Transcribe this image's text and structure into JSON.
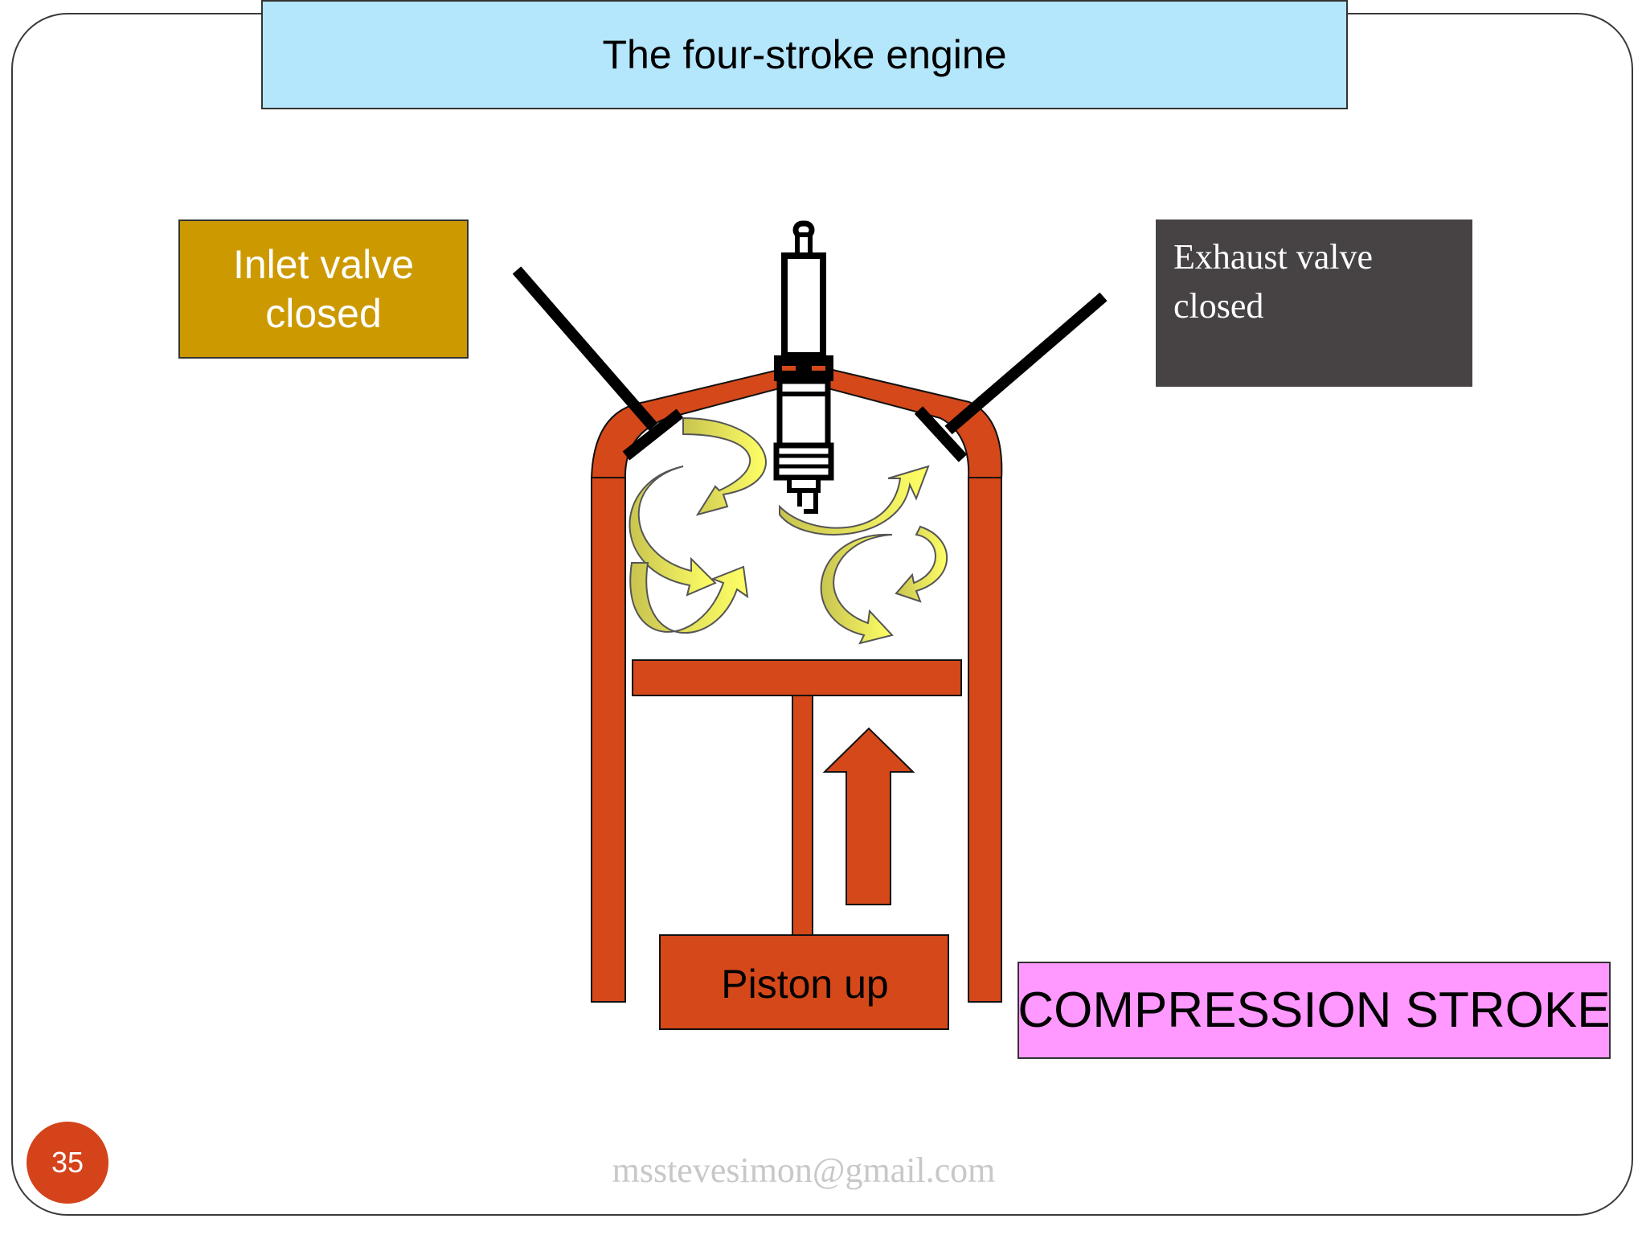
{
  "title": "The four-stroke engine",
  "inlet_label": "Inlet valve closed",
  "exhaust_label": "Exhaust valve closed",
  "piston_label": "Piston up",
  "stroke_label": "COMPRESSION STROKE",
  "slide_number": "35",
  "footer_email": "msstevesimon@gmail.com",
  "colors": {
    "cylinder": "#d4481a",
    "arrow_fill": "#ffff66",
    "arrow_shade": "#c8c450",
    "inlet_box": "#cc9a00",
    "exhaust_box": "#474344",
    "stroke_box": "#ff99ff",
    "title_box": "#b4e6fc"
  },
  "icons": [
    "spark-plug-icon",
    "swirl-arrow-icon",
    "up-arrow-icon"
  ]
}
